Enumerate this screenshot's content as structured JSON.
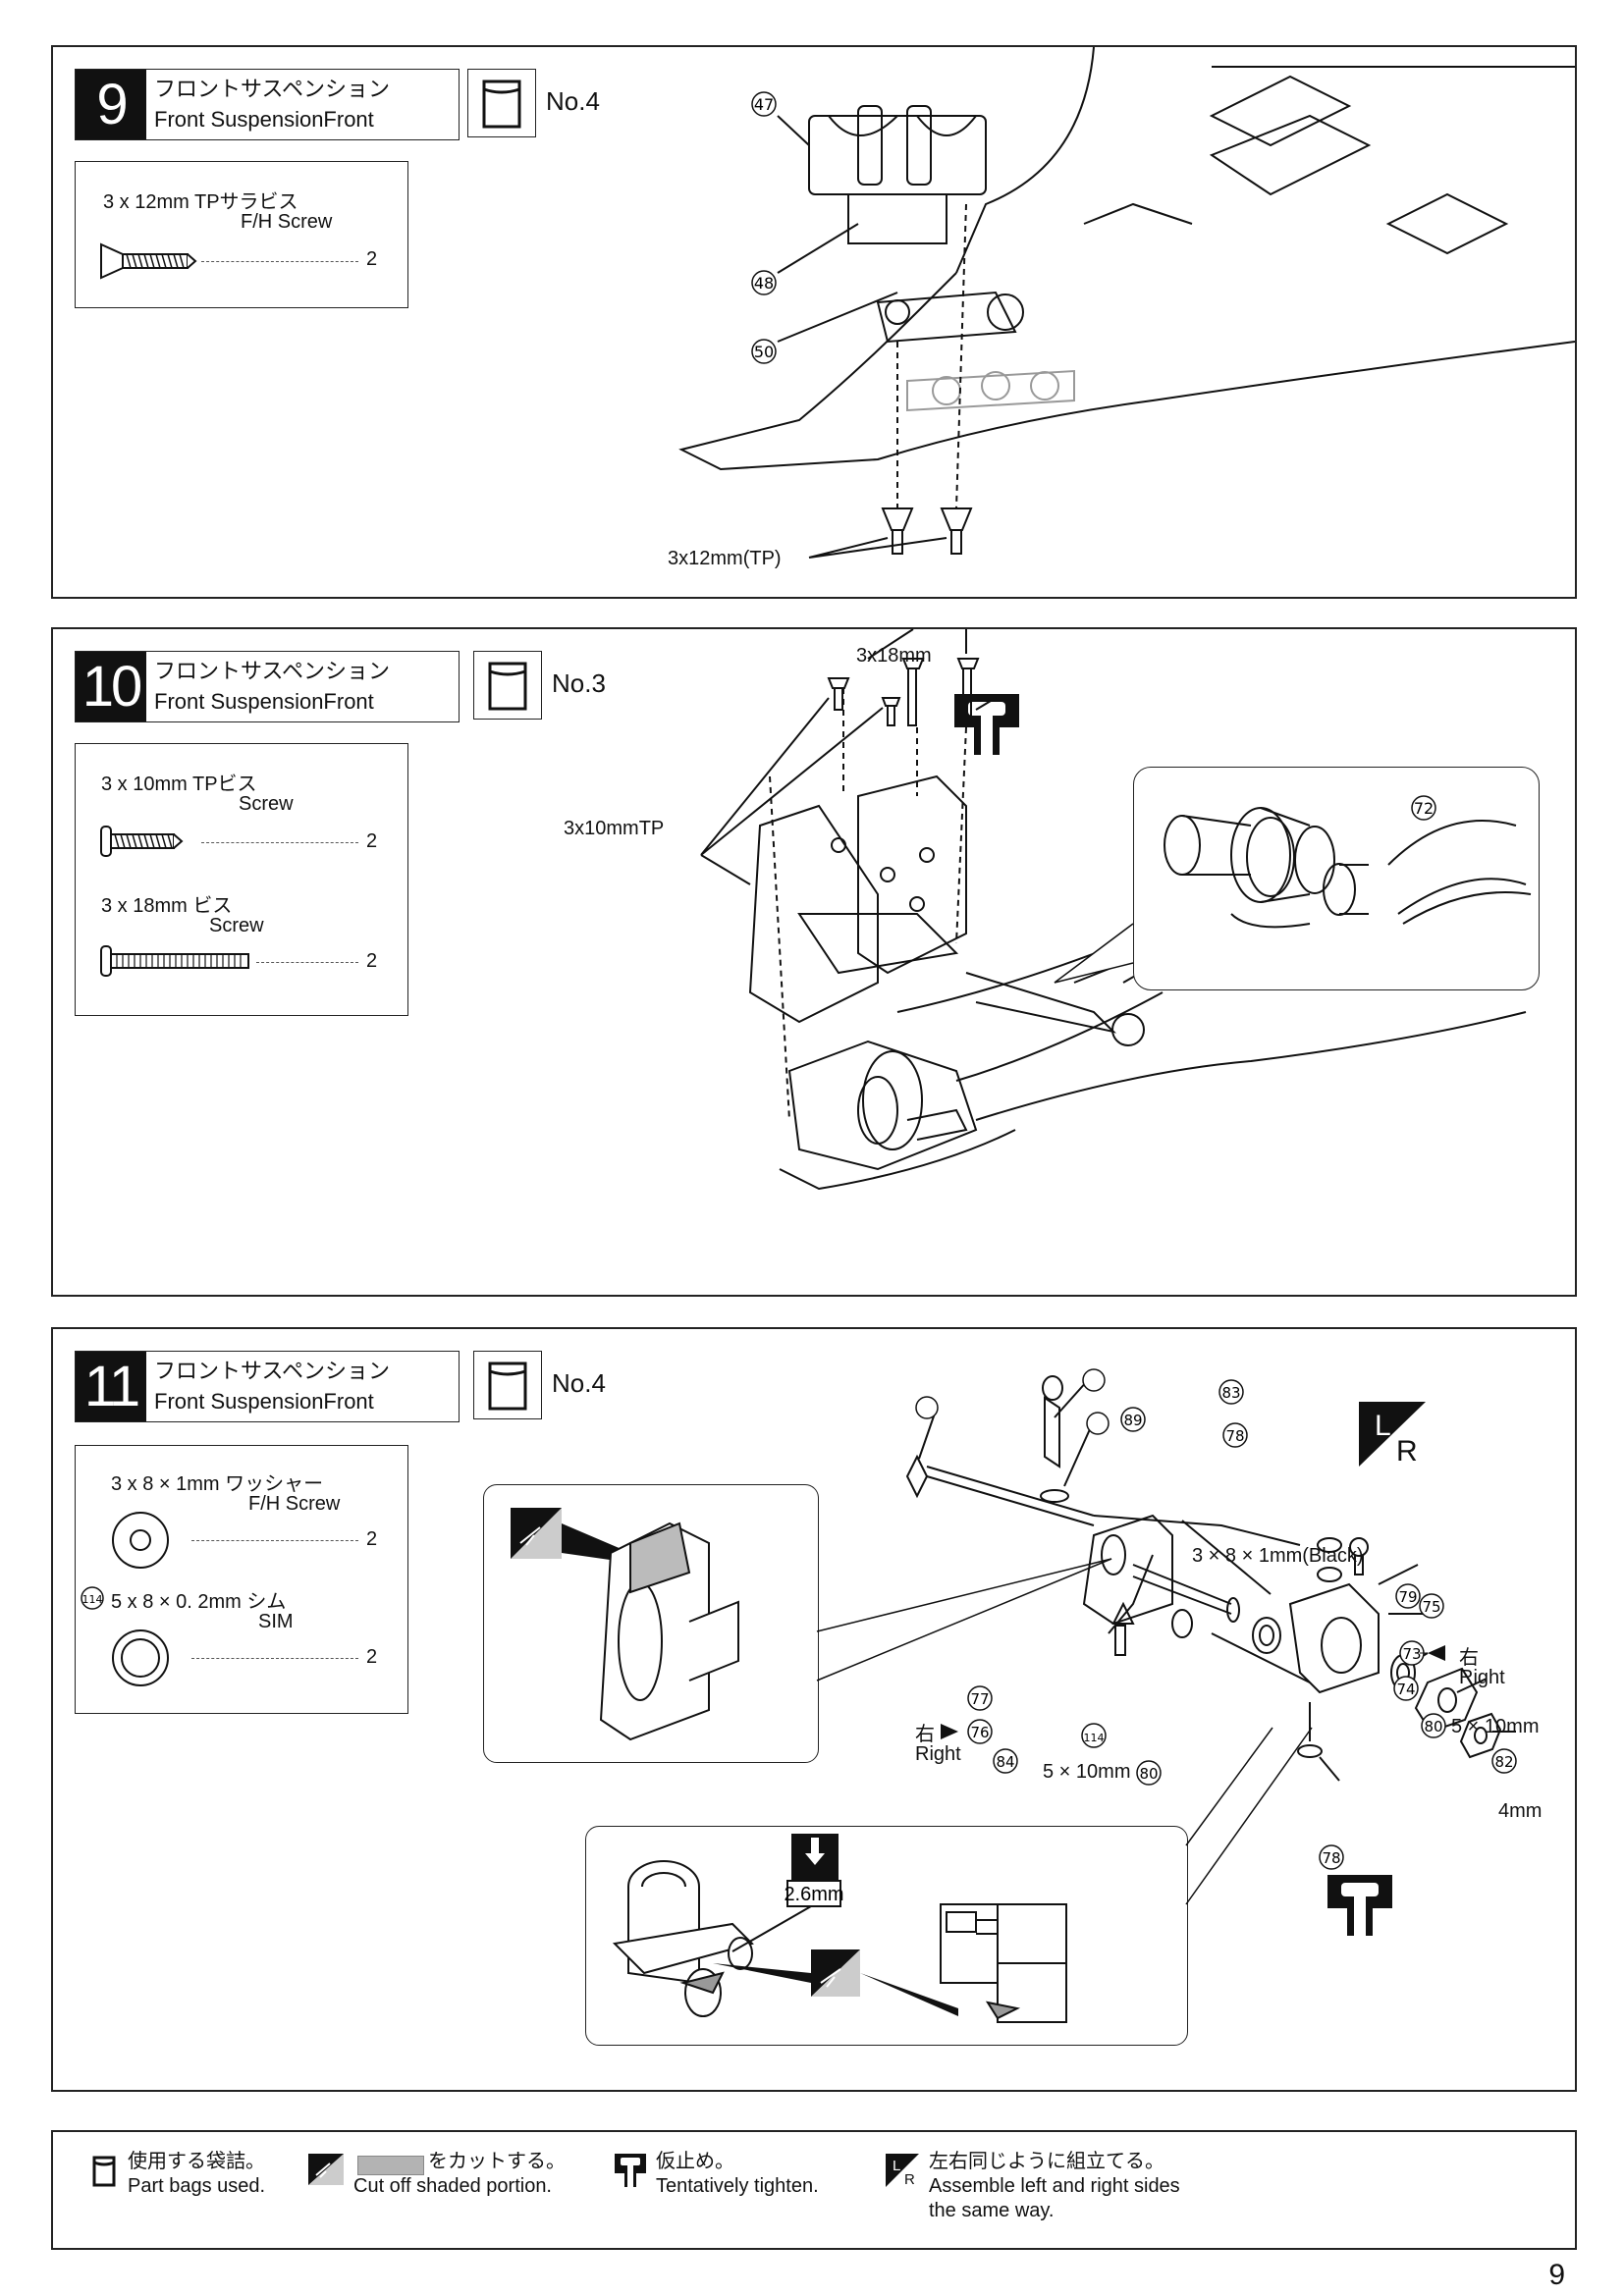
{
  "legend": {
    "bag_jp": "使用する袋詰。",
    "bag_en": "Part bags used.",
    "cut_jp": "をカットする。",
    "cut_en": "Cut off shaded portion.",
    "tighten_jp": "仮止め。",
    "tighten_en": "Tentatively tighten.",
    "lr_jp": "左右同じように組立てる。",
    "lr_en_1": "Assemble left and right sides",
    "lr_en_2": "the same way."
  },
  "page_number": "9",
  "steps": [
    {
      "number": "9",
      "title_jp": "フロントサスペンション",
      "title_en": "Front SuspensionFront",
      "bag": "No.4",
      "parts": [
        {
          "name_jp": "3 x 12mm TPサラビス",
          "name_en": "F/H Screw",
          "qty": "2"
        }
      ],
      "callouts": {
        "p47": "47",
        "p48": "48",
        "p50": "50",
        "screw": "3x12mm(TP)"
      }
    },
    {
      "number": "10",
      "title_jp": "フロントサスペンション",
      "title_en": "Front SuspensionFront",
      "bag": "No.3",
      "parts": [
        {
          "name_jp": "3 x 10mm TPビス",
          "name_en": "Screw",
          "qty": "2"
        },
        {
          "name_jp": "3 x 18mm ビス",
          "name_en": "Screw",
          "qty": "2"
        }
      ],
      "callouts": {
        "s18": "3x18mm",
        "s10": "3x10mmTP",
        "p72": "72"
      }
    },
    {
      "number": "11",
      "title_jp": "フロントサスペンション",
      "title_en": "Front SuspensionFront",
      "bag": "No.4",
      "parts": [
        {
          "name_jp": "3 x 8 × 1mm ワッシャー",
          "name_en": "F/H Screw",
          "qty": "2"
        },
        {
          "index": "114",
          "name_jp": "5 x 8 × 0. 2mm シム",
          "name_en": "SIM",
          "qty": "2"
        }
      ],
      "callouts": {
        "p83": "83",
        "p78a": "78",
        "p89": "89",
        "black": "3 × 8 × 1mm(Black)",
        "p79": "79",
        "p75": "75",
        "p73": "73",
        "right_jp": "右",
        "right_en": "Right",
        "p74": "74",
        "p80a": "80",
        "bearing1": "5 × 10mm",
        "p82": "82",
        "nut": "4mm",
        "p77": "77",
        "p76": "76",
        "p114": "114",
        "p84": "84",
        "bearing2": "5 × 10mm",
        "p80b": "80",
        "p78b": "78",
        "drill": "2.6mm",
        "lr_l": "L",
        "lr_r": "R"
      }
    }
  ]
}
